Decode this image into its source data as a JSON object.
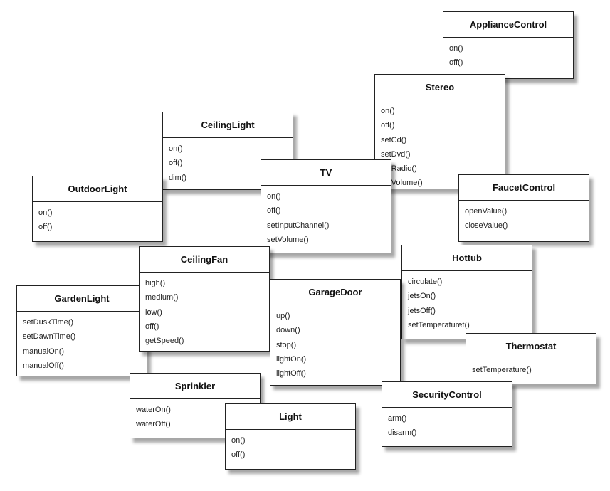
{
  "classes": [
    {
      "name": "ApplianceControl",
      "methods": [
        "on()",
        "off()"
      ]
    },
    {
      "name": "Stereo",
      "methods": [
        "on()",
        "off()",
        "setCd()",
        "setDvd()",
        "setRadio()",
        "setVolume()"
      ]
    },
    {
      "name": "CeilingLight",
      "methods": [
        "on()",
        "off()",
        "dim()"
      ]
    },
    {
      "name": "TV",
      "methods": [
        "on()",
        "off()",
        "setInputChannel()",
        "setVolume()"
      ]
    },
    {
      "name": "FaucetControl",
      "methods": [
        "openValue()",
        "closeValue()"
      ]
    },
    {
      "name": "OutdoorLight",
      "methods": [
        "on()",
        "off()"
      ]
    },
    {
      "name": "Hottub",
      "methods": [
        "circulate()",
        "jetsOn()",
        "jetsOff()",
        "setTemperaturet()"
      ]
    },
    {
      "name": "GardenLight",
      "methods": [
        "setDuskTime()",
        "setDawnTime()",
        "manualOn()",
        "manualOff()"
      ]
    },
    {
      "name": "CeilingFan",
      "methods": [
        "high()",
        "medium()",
        "low()",
        "off()",
        "getSpeed()"
      ]
    },
    {
      "name": "GarageDoor",
      "methods": [
        "up()",
        "down()",
        "stop()",
        "lightOn()",
        "lightOff()"
      ]
    },
    {
      "name": "Thermostat",
      "methods": [
        "setTemperature()"
      ]
    },
    {
      "name": "SecurityControl",
      "methods": [
        "arm()",
        "disarm()"
      ]
    },
    {
      "name": "Sprinkler",
      "methods": [
        "waterOn()",
        "waterOff()"
      ]
    },
    {
      "name": "Light",
      "methods": [
        "on()",
        "off()"
      ]
    }
  ]
}
